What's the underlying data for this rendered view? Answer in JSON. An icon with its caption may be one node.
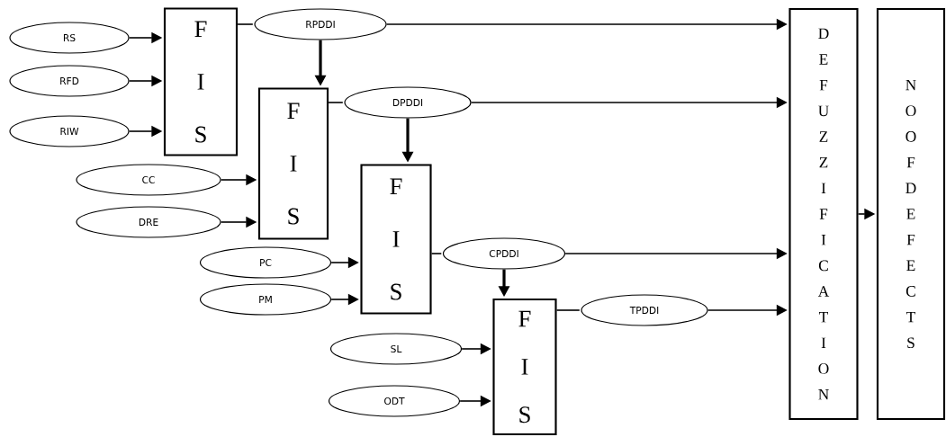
{
  "diagram": {
    "nodes": [
      {
        "text": [
          "F I S"
        ]
      },
      {
        "text": [
          "RS"
        ]
      },
      {
        "text": [
          "RFD"
        ]
      },
      {
        "text": [
          "RIW"
        ]
      },
      {
        "text": [
          "RPDDI"
        ]
      },
      {
        "text": [
          "F I S"
        ]
      },
      {
        "text": [
          "CC"
        ]
      },
      {
        "text": [
          "DRE"
        ]
      },
      {
        "text": [
          "DPDDI"
        ]
      },
      {
        "text": [
          "F I S"
        ]
      },
      {
        "text": [
          "PC"
        ]
      },
      {
        "text": [
          "PM"
        ]
      },
      {
        "text": [
          "CPDDI"
        ]
      },
      {
        "text": [
          "F I S"
        ]
      },
      {
        "text": [
          "SL"
        ]
      },
      {
        "text": [
          "ODT"
        ]
      },
      {
        "text": [
          "TPDDI"
        ]
      },
      {
        "text": [
          "D E F U Z Z I F I C A T I O N"
        ]
      },
      {
        "text": [
          "N O O F D E F E C T S"
        ]
      }
    ],
    "edges": [
      {
        "from": 1,
        "to": 0,
        "arrow": "to"
      },
      {
        "from": 2,
        "to": 0,
        "arrow": "to"
      },
      {
        "from": 3,
        "to": 0,
        "arrow": "to"
      },
      {
        "from": 0,
        "to": 4,
        "arrow": "none"
      },
      {
        "from": 4,
        "to": 5,
        "arrow": "to",
        "style": "thick"
      },
      {
        "from": 4,
        "to": 17,
        "arrow": "to"
      },
      {
        "from": 6,
        "to": 5,
        "arrow": "to"
      },
      {
        "from": 7,
        "to": 5,
        "arrow": "to"
      },
      {
        "from": 5,
        "to": 8,
        "arrow": "none"
      },
      {
        "from": 8,
        "to": 9,
        "arrow": "to",
        "style": "thick"
      },
      {
        "from": 8,
        "to": 17,
        "arrow": "to"
      },
      {
        "from": 10,
        "to": 9,
        "arrow": "to"
      },
      {
        "from": 11,
        "to": 9,
        "arrow": "to"
      },
      {
        "from": 9,
        "to": 12,
        "arrow": "none"
      },
      {
        "from": 12,
        "to": 13,
        "arrow": "to",
        "style": "thick"
      },
      {
        "from": 12,
        "to": 17,
        "arrow": "to"
      },
      {
        "from": 14,
        "to": 13,
        "arrow": "to"
      },
      {
        "from": 15,
        "to": 13,
        "arrow": "to"
      },
      {
        "from": 13,
        "to": 16,
        "arrow": "none"
      },
      {
        "from": 16,
        "to": 17,
        "arrow": "to"
      },
      {
        "from": 17,
        "to": 18,
        "arrow": "to"
      }
    ]
  }
}
